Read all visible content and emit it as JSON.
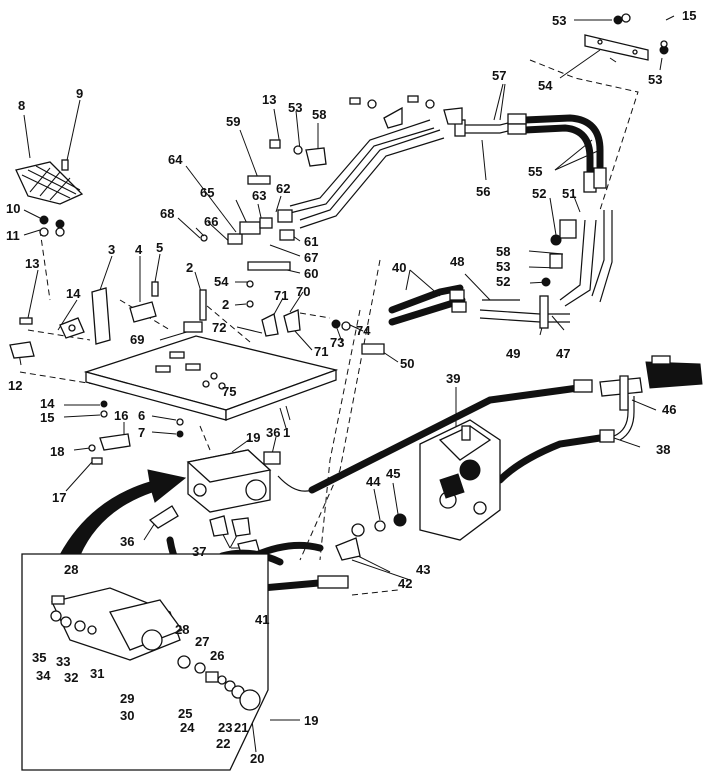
{
  "callouts": [
    {
      "id": "c1",
      "text": "1"
    },
    {
      "id": "c2a",
      "text": "2"
    },
    {
      "id": "c2b",
      "text": "2"
    },
    {
      "id": "c3",
      "text": "3"
    },
    {
      "id": "c4",
      "text": "4"
    },
    {
      "id": "c5",
      "text": "5"
    },
    {
      "id": "c6",
      "text": "6"
    },
    {
      "id": "c7",
      "text": "7"
    },
    {
      "id": "c8",
      "text": "8"
    },
    {
      "id": "c9",
      "text": "9"
    },
    {
      "id": "c10",
      "text": "10"
    },
    {
      "id": "c11",
      "text": "11"
    },
    {
      "id": "c12",
      "text": "12"
    },
    {
      "id": "c13a",
      "text": "13"
    },
    {
      "id": "c13b",
      "text": "13"
    },
    {
      "id": "c14a",
      "text": "14"
    },
    {
      "id": "c14b",
      "text": "14"
    },
    {
      "id": "c15a",
      "text": "15"
    },
    {
      "id": "c15b",
      "text": "15"
    },
    {
      "id": "c16",
      "text": "16"
    },
    {
      "id": "c17",
      "text": "17"
    },
    {
      "id": "c18",
      "text": "18"
    },
    {
      "id": "c19a",
      "text": "19"
    },
    {
      "id": "c19b",
      "text": "19"
    },
    {
      "id": "c20",
      "text": "20"
    },
    {
      "id": "c21",
      "text": "21"
    },
    {
      "id": "c22",
      "text": "22"
    },
    {
      "id": "c23",
      "text": "23"
    },
    {
      "id": "c24",
      "text": "24"
    },
    {
      "id": "c25",
      "text": "25"
    },
    {
      "id": "c26",
      "text": "26"
    },
    {
      "id": "c27",
      "text": "27"
    },
    {
      "id": "c28a",
      "text": "28"
    },
    {
      "id": "c28b",
      "text": "28"
    },
    {
      "id": "c29",
      "text": "29"
    },
    {
      "id": "c30",
      "text": "30"
    },
    {
      "id": "c31",
      "text": "31"
    },
    {
      "id": "c32",
      "text": "32"
    },
    {
      "id": "c33",
      "text": "33"
    },
    {
      "id": "c34",
      "text": "34"
    },
    {
      "id": "c35",
      "text": "35"
    },
    {
      "id": "c36a",
      "text": "36"
    },
    {
      "id": "c36b",
      "text": "36"
    },
    {
      "id": "c37",
      "text": "37"
    },
    {
      "id": "c38",
      "text": "38"
    },
    {
      "id": "c39",
      "text": "39"
    },
    {
      "id": "c40",
      "text": "40"
    },
    {
      "id": "c41",
      "text": "41"
    },
    {
      "id": "c42",
      "text": "42"
    },
    {
      "id": "c43",
      "text": "43"
    },
    {
      "id": "c44",
      "text": "44"
    },
    {
      "id": "c45",
      "text": "45"
    },
    {
      "id": "c46",
      "text": "46"
    },
    {
      "id": "c47",
      "text": "47"
    },
    {
      "id": "c48",
      "text": "48"
    },
    {
      "id": "c49",
      "text": "49"
    },
    {
      "id": "c50",
      "text": "50"
    },
    {
      "id": "c51",
      "text": "51"
    },
    {
      "id": "c52a",
      "text": "52"
    },
    {
      "id": "c52b",
      "text": "52"
    },
    {
      "id": "c53a",
      "text": "53"
    },
    {
      "id": "c53b",
      "text": "53"
    },
    {
      "id": "c53c",
      "text": "53"
    },
    {
      "id": "c53d",
      "text": "53"
    },
    {
      "id": "c54a",
      "text": "54"
    },
    {
      "id": "c54b",
      "text": "54"
    },
    {
      "id": "c55",
      "text": "55"
    },
    {
      "id": "c56",
      "text": "56"
    },
    {
      "id": "c57",
      "text": "57"
    },
    {
      "id": "c58a",
      "text": "58"
    },
    {
      "id": "c58b",
      "text": "58"
    },
    {
      "id": "c59",
      "text": "59"
    },
    {
      "id": "c60",
      "text": "60"
    },
    {
      "id": "c61",
      "text": "61"
    },
    {
      "id": "c62",
      "text": "62"
    },
    {
      "id": "c63",
      "text": "63"
    },
    {
      "id": "c64",
      "text": "64"
    },
    {
      "id": "c65",
      "text": "65"
    },
    {
      "id": "c66",
      "text": "66"
    },
    {
      "id": "c67",
      "text": "67"
    },
    {
      "id": "c68",
      "text": "68"
    },
    {
      "id": "c69",
      "text": "69"
    },
    {
      "id": "c70",
      "text": "70"
    },
    {
      "id": "c71a",
      "text": "71"
    },
    {
      "id": "c71b",
      "text": "71"
    },
    {
      "id": "c72",
      "text": "72"
    },
    {
      "id": "c73",
      "text": "73"
    },
    {
      "id": "c74",
      "text": "74"
    },
    {
      "id": "c75",
      "text": "75"
    }
  ]
}
